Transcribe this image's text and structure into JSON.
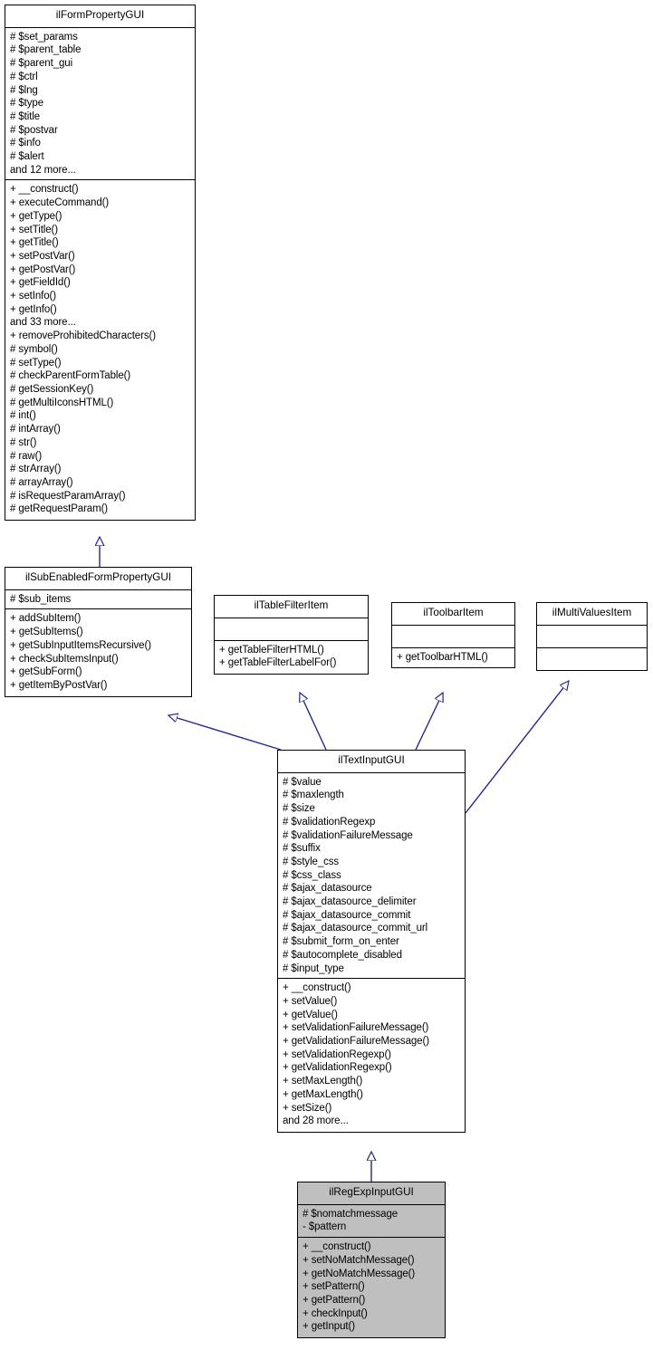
{
  "diagram": {
    "kind": "uml-class-inheritance-diagram",
    "title": "ilRegExpInputGUI class hierarchy",
    "background_color": "#ffffff",
    "line_color": "#000000",
    "connector_color": "#26268c",
    "highlight_fill": "#bfbfbf"
  },
  "classes": [
    {
      "id": "ilFormPropertyGUI",
      "name": "ilFormPropertyGUI",
      "highlighted": false,
      "attributes": [
        "# $set_params",
        "# $parent_table",
        "# $parent_gui",
        "# $ctrl",
        "# $lng",
        "# $type",
        "# $title",
        "# $postvar",
        "# $info",
        "# $alert",
        "and 12 more..."
      ],
      "operations": [
        "+ __construct()",
        "+ executeCommand()",
        "+ getType()",
        "+ setTitle()",
        "+ getTitle()",
        "+ setPostVar()",
        "+ getPostVar()",
        "+ getFieldId()",
        "+ setInfo()",
        "+ getInfo()",
        "and 33 more...",
        "+ removeProhibitedCharacters()",
        "# symbol()",
        "# setType()",
        "# checkParentFormTable()",
        "# getSessionKey()",
        "# getMultiIconsHTML()",
        "# int()",
        "# intArray()",
        "# str()",
        "# raw()",
        "# strArray()",
        "# arrayArray()",
        "# isRequestParamArray()",
        "# getRequestParam()"
      ]
    },
    {
      "id": "ilSubEnabledFormPropertyGUI",
      "name": "ilSubEnabledFormPropertyGUI",
      "highlighted": false,
      "attributes": [
        "# $sub_items"
      ],
      "operations": [
        "+ addSubItem()",
        "+ getSubItems()",
        "+ getSubInputItemsRecursive()",
        "+ checkSubItemsInput()",
        "+ getSubForm()",
        "+ getItemByPostVar()"
      ]
    },
    {
      "id": "ilTableFilterItem",
      "name": "ilTableFilterItem",
      "highlighted": false,
      "attributes": [],
      "operations": [
        "+ getTableFilterHTML()",
        "+ getTableFilterLabelFor()"
      ]
    },
    {
      "id": "ilToolbarItem",
      "name": "ilToolbarItem",
      "highlighted": false,
      "attributes": [],
      "operations": [
        "+ getToolbarHTML()"
      ]
    },
    {
      "id": "ilMultiValuesItem",
      "name": "ilMultiValuesItem",
      "highlighted": false,
      "attributes": [],
      "operations": []
    },
    {
      "id": "ilTextInputGUI",
      "name": "ilTextInputGUI",
      "highlighted": false,
      "attributes": [
        "# $value",
        "# $maxlength",
        "# $size",
        "# $validationRegexp",
        "# $validationFailureMessage",
        "# $suffix",
        "# $style_css",
        "# $css_class",
        "# $ajax_datasource",
        "# $ajax_datasource_delimiter",
        "# $ajax_datasource_commit",
        "# $ajax_datasource_commit_url",
        "# $submit_form_on_enter",
        "# $autocomplete_disabled",
        "# $input_type"
      ],
      "operations": [
        "+ __construct()",
        "+ setValue()",
        "+ getValue()",
        "+ setValidationFailureMessage()",
        "+ getValidationFailureMessage()",
        "+ setValidationRegexp()",
        "+ getValidationRegexp()",
        "+ setMaxLength()",
        "+ getMaxLength()",
        "+ setSize()",
        "and 28 more..."
      ]
    },
    {
      "id": "ilRegExpInputGUI",
      "name": "ilRegExpInputGUI",
      "highlighted": true,
      "attributes": [
        "# $nomatchmessage",
        "- $pattern"
      ],
      "operations": [
        "+ __construct()",
        "+ setNoMatchMessage()",
        "+ getNoMatchMessage()",
        "+ setPattern()",
        "+ getPattern()",
        "+ checkInput()",
        "+ getInput()"
      ]
    }
  ],
  "relations": [
    {
      "from": "ilSubEnabledFormPropertyGUI",
      "to": "ilFormPropertyGUI",
      "type": "inheritance"
    },
    {
      "from": "ilTextInputGUI",
      "to": "ilSubEnabledFormPropertyGUI",
      "type": "inheritance"
    },
    {
      "from": "ilTextInputGUI",
      "to": "ilTableFilterItem",
      "type": "inheritance"
    },
    {
      "from": "ilTextInputGUI",
      "to": "ilToolbarItem",
      "type": "inheritance"
    },
    {
      "from": "ilTextInputGUI",
      "to": "ilMultiValuesItem",
      "type": "inheritance"
    },
    {
      "from": "ilRegExpInputGUI",
      "to": "ilTextInputGUI",
      "type": "inheritance"
    }
  ]
}
